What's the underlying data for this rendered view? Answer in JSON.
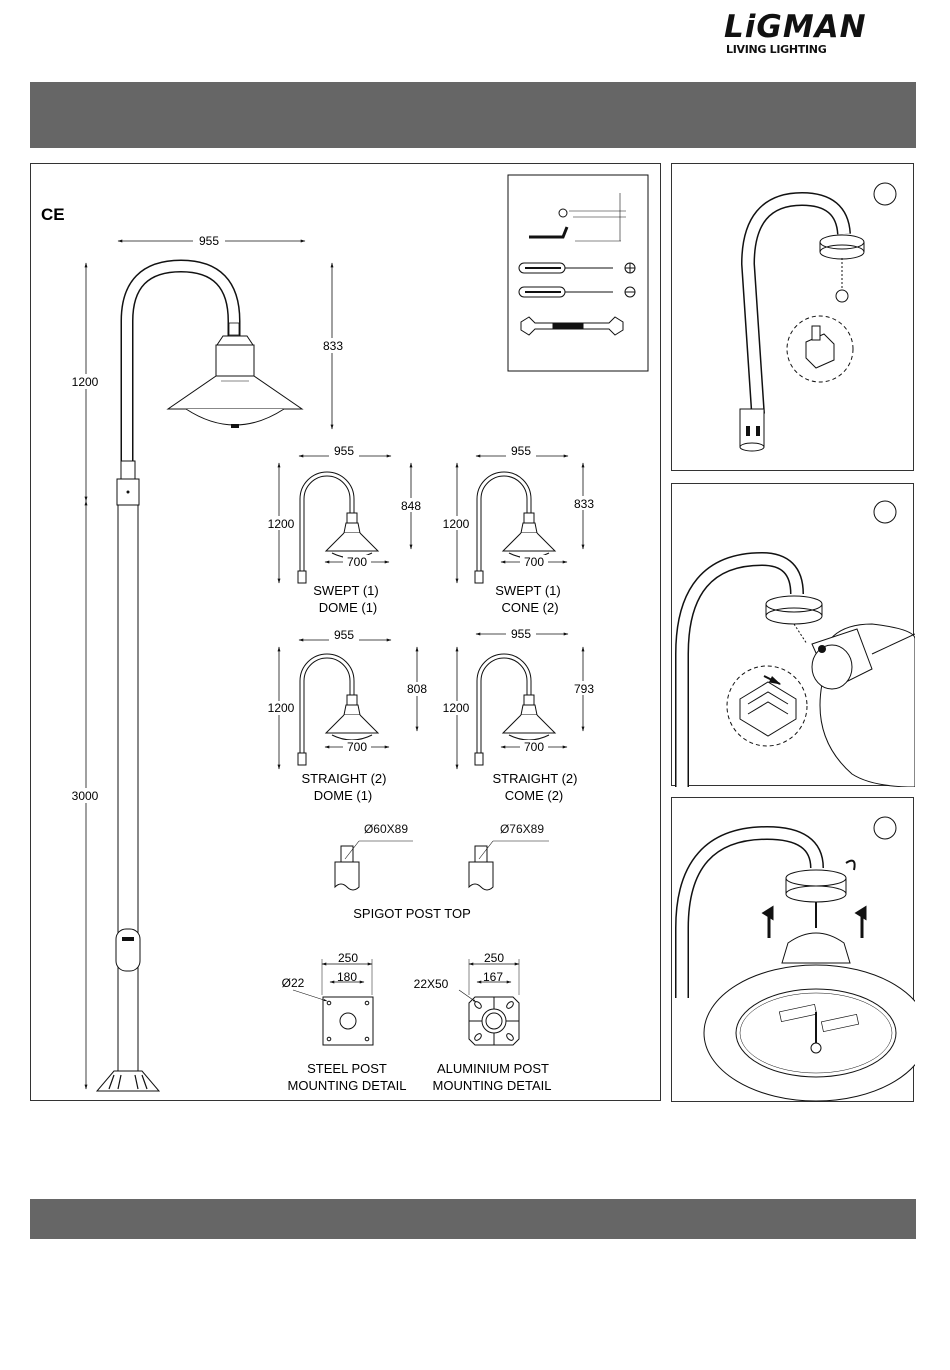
{
  "brand": {
    "name": "LiGMAN",
    "tagline": "LIVING LIGHTING"
  },
  "certification": "CE",
  "main_drawing": {
    "width": "955",
    "lamp_height": "833",
    "arm_height": "1200",
    "pole_height": "3000"
  },
  "variants": [
    {
      "width": "955",
      "height": "1200",
      "drop": "848",
      "diameter": "700",
      "line1": "SWEPT (1)",
      "line2": "DOME (1)"
    },
    {
      "width": "955",
      "height": "1200",
      "drop": "833",
      "diameter": "700",
      "line1": "SWEPT (1)",
      "line2": "CONE (2)"
    },
    {
      "width": "955",
      "height": "1200",
      "drop": "808",
      "diameter": "700",
      "line1": "STRAIGHT (2)",
      "line2": "DOME (1)"
    },
    {
      "width": "955",
      "height": "1200",
      "drop": "793",
      "diameter": "700",
      "line1": "STRAIGHT (2)",
      "line2": "COME (2)"
    }
  ],
  "spigot": {
    "size_a": "Ø60X89",
    "size_b": "Ø76X89",
    "caption": "SPIGOT POST TOP"
  },
  "steel_base": {
    "outer": "250",
    "inner": "180",
    "hole": "Ø22",
    "line1": "STEEL POST",
    "line2": "MOUNTING DETAIL"
  },
  "aluminium_base": {
    "outer": "250",
    "inner": "167",
    "slot": "22X50",
    "line1": "ALUMINIUM POST",
    "line2": "MOUNTING DETAIL"
  },
  "tools": [
    "hex-key",
    "phillips-screwdriver",
    "flat-screwdriver",
    "spanner"
  ]
}
